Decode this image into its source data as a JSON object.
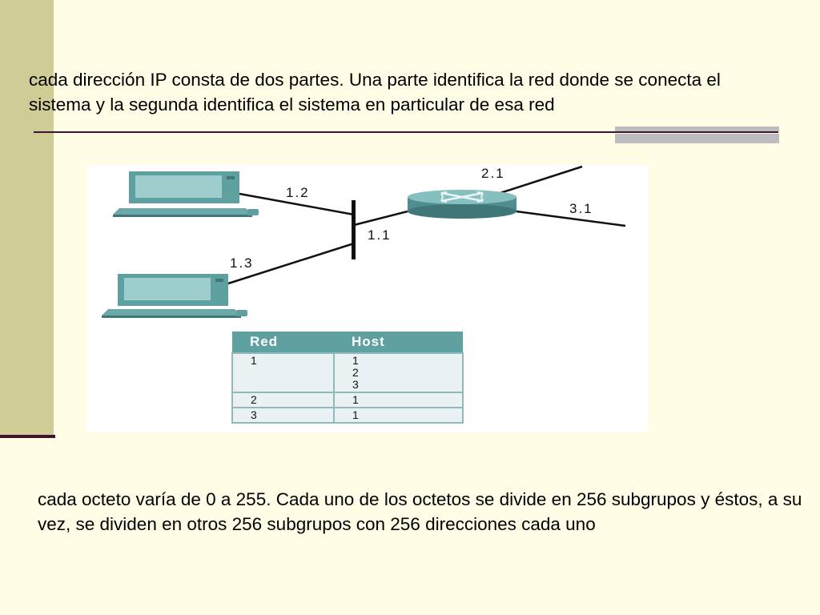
{
  "intro_text": "cada dirección IP consta de dos partes. Una parte identifica la red donde se conecta el sistema y la segunda identifica el sistema en particular de esa red",
  "diagram": {
    "labels": {
      "pc1": "1.2",
      "pc2": "1.3",
      "hub": "1.1",
      "router_up": "2.1",
      "router_right": "3.1"
    },
    "table": {
      "headers": [
        "Red",
        "Host"
      ],
      "rows": [
        {
          "red": "1",
          "host": "1\n2\n3"
        },
        {
          "red": "2",
          "host": "1"
        },
        {
          "red": "3",
          "host": "1"
        }
      ]
    }
  },
  "outro_text": "cada octeto varía de 0 a 255. Cada uno de los octetos se divide en 256 subgrupos y éstos, a su vez, se dividen en otros 256 subgrupos con 256 direcciones cada uno",
  "colors": {
    "background": "#fffde6",
    "sidebar": "#cfcc95",
    "rule": "#3e1430",
    "device_teal": "#5e9fa0"
  }
}
